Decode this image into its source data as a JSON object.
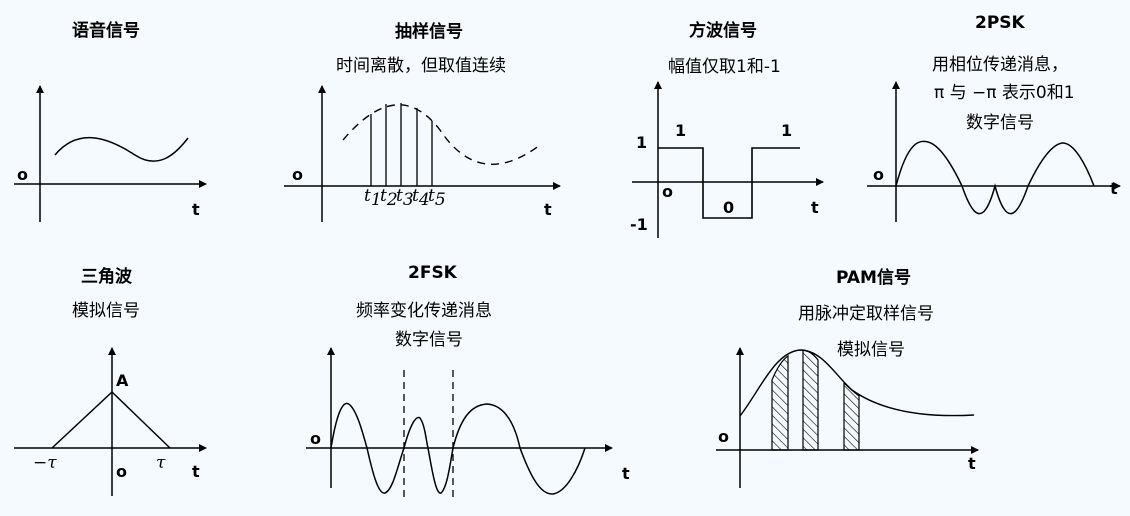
{
  "panels": {
    "voice": {
      "title": "语音信号",
      "origin": "o",
      "t": "t"
    },
    "sample": {
      "title": "抽样信号",
      "subtitle": "时间离散，但取值连续",
      "origin": "o",
      "t": "t",
      "ticks": [
        {
          "base": "t",
          "idx": "1"
        },
        {
          "base": "t",
          "idx": "2"
        },
        {
          "base": "t",
          "idx": "3"
        },
        {
          "base": "t",
          "idx": "4"
        },
        {
          "base": "t",
          "idx": "5"
        }
      ]
    },
    "square": {
      "title": "方波信号",
      "subtitle": "幅值仅取1和-1",
      "origin": "o",
      "t": "t",
      "y_pos": "1",
      "y_neg": "-1",
      "level1_left": "1",
      "level1_right": "1",
      "level0": "0"
    },
    "psk": {
      "title": "2PSK",
      "subtitle_line1": "用相位传递消息，",
      "subtitle_line2": "π 与 −π 表示0和1",
      "subtitle_line3": "数字信号",
      "origin": "o",
      "t": "t"
    },
    "triangle": {
      "title": "三角波",
      "subtitle": "模拟信号",
      "peak": "A",
      "neg_tau": "−τ",
      "pos_tau": "τ",
      "origin": "o",
      "t": "t"
    },
    "fsk": {
      "title": "2FSK",
      "subtitle_line1": "频率变化传递消息",
      "subtitle_line2": "数字信号",
      "origin": "o",
      "t": "t"
    },
    "pam": {
      "title": "PAM信号",
      "subtitle_line1": "用脉冲定取样信号",
      "subtitle_line2": "模拟信号",
      "origin": "o",
      "t": "t"
    }
  }
}
